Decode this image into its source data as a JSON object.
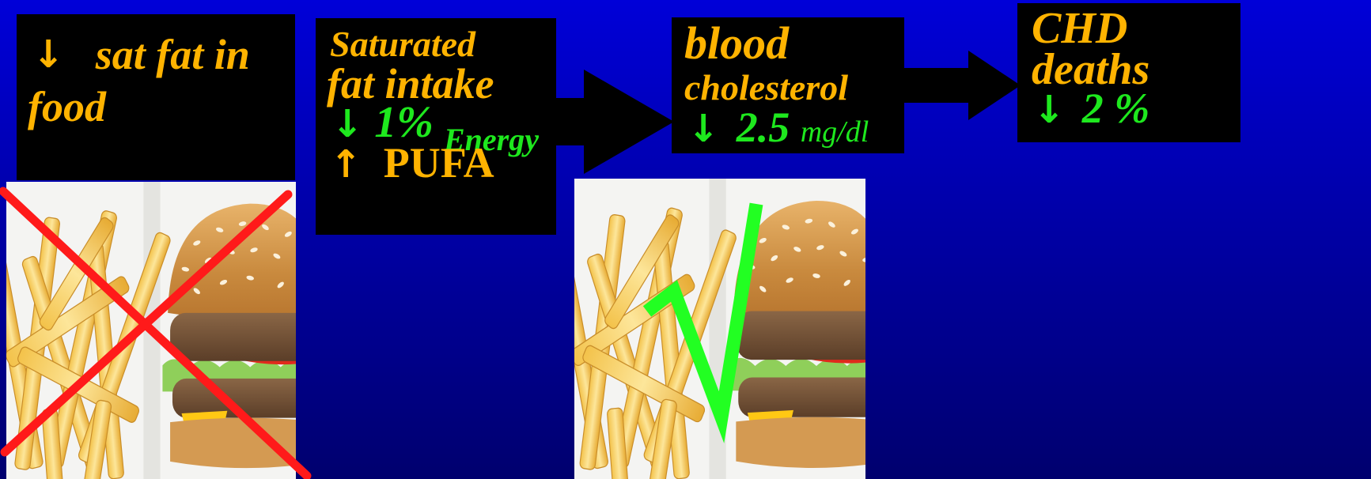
{
  "box1": {
    "arrow": "↓",
    "line1": "sat fat in",
    "line2": "food"
  },
  "box2": {
    "line1": "Saturated",
    "line2": "fat intake",
    "down_arrow": "↓",
    "percent": "1%",
    "energy": "Energy",
    "up_arrow": "↑",
    "pufa": "PUFA"
  },
  "box3": {
    "line1": "blood",
    "line2": "cholesterol",
    "arrow": "↓",
    "value": "2.5",
    "unit": "mg/dl"
  },
  "box4": {
    "line1": "CHD",
    "line2": "deaths",
    "arrow": "↓",
    "value": "2 %"
  },
  "colors": {
    "background_top": "#0000d8",
    "background_bottom": "#00006e",
    "box": "#000000",
    "gold_text": "#ffb300",
    "green_text": "#1ee81e",
    "cross": "#ff1a1a",
    "check": "#22ff22"
  },
  "icons": {
    "food_left": "burger-fries-photo",
    "food_right": "burger-fries-photo",
    "cross": "red-x-mark",
    "check": "green-check-mark"
  }
}
